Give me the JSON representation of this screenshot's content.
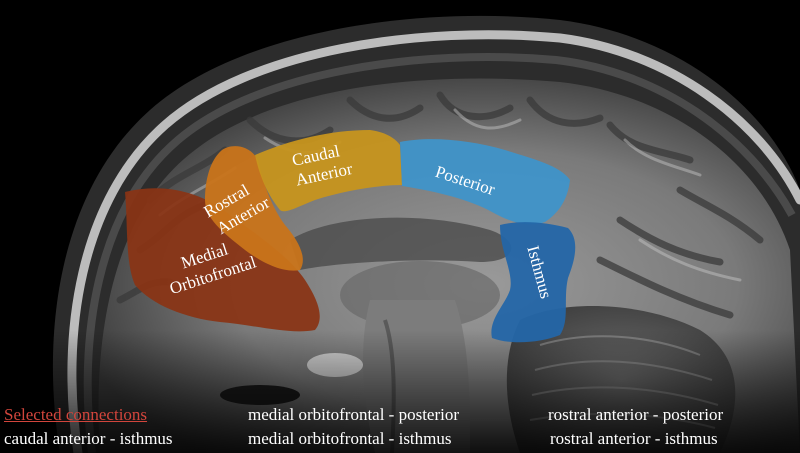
{
  "image_subject": "MRI sagittal slice with colored corpus callosum segments",
  "colors": {
    "medial_orbitofrontal": "#8a3414",
    "rostral_anterior": "#c9741a",
    "caudal_anterior": "#c7951e",
    "posterior": "#3f93c9",
    "isthmus": "#2466a8",
    "caption_title": "#d2453c"
  },
  "regions": {
    "medial_orbitofrontal": [
      "Medial",
      "Orbitofrontal"
    ],
    "rostral_anterior": [
      "Rostral",
      "Anterior"
    ],
    "caudal_anterior": [
      "Caudal",
      "Anterior"
    ],
    "posterior": "Posterior",
    "isthmus": "Isthmus"
  },
  "caption": {
    "title": "Selected connections",
    "connections": [
      "medial orbitofrontal - posterior",
      "rostral anterior - posterior",
      "caudal anterior - isthmus",
      "medial orbitofrontal - isthmus",
      "rostral anterior - isthmus"
    ]
  }
}
